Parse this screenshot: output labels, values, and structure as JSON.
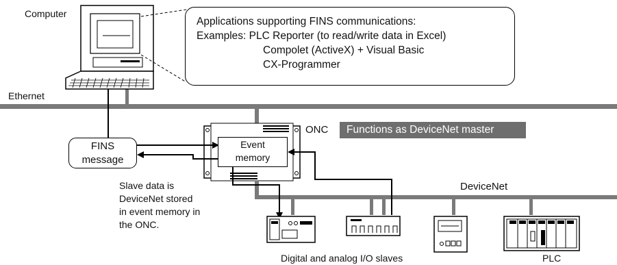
{
  "labels": {
    "computer": "Computer",
    "ethernet": "Ethernet",
    "onc": "ONC",
    "devicenet": "DeviceNet",
    "io_slaves": "Digital and analog I/O slaves",
    "plc": "PLC"
  },
  "callout": {
    "line1": "Applications supporting FINS communications:",
    "line2": "Examples: PLC Reporter (to read/write data in Excel)",
    "line3": "Compolet (ActiveX) + Visual Basic",
    "line4": "CX-Programmer"
  },
  "fins_message": {
    "line1": "FINS",
    "line2": "message"
  },
  "master_badge": "Functions as DeviceNet master",
  "event_memory": {
    "line1": "Event",
    "line2": "memory"
  },
  "slave_note": {
    "line1": "Slave data is",
    "line2": "DeviceNet stored",
    "line3": "in event memory in",
    "line4": "the ONC."
  },
  "colors": {
    "network_line": "#7a7a7a",
    "badge_bg": "#6e6e6e",
    "arrow": "#000000"
  }
}
